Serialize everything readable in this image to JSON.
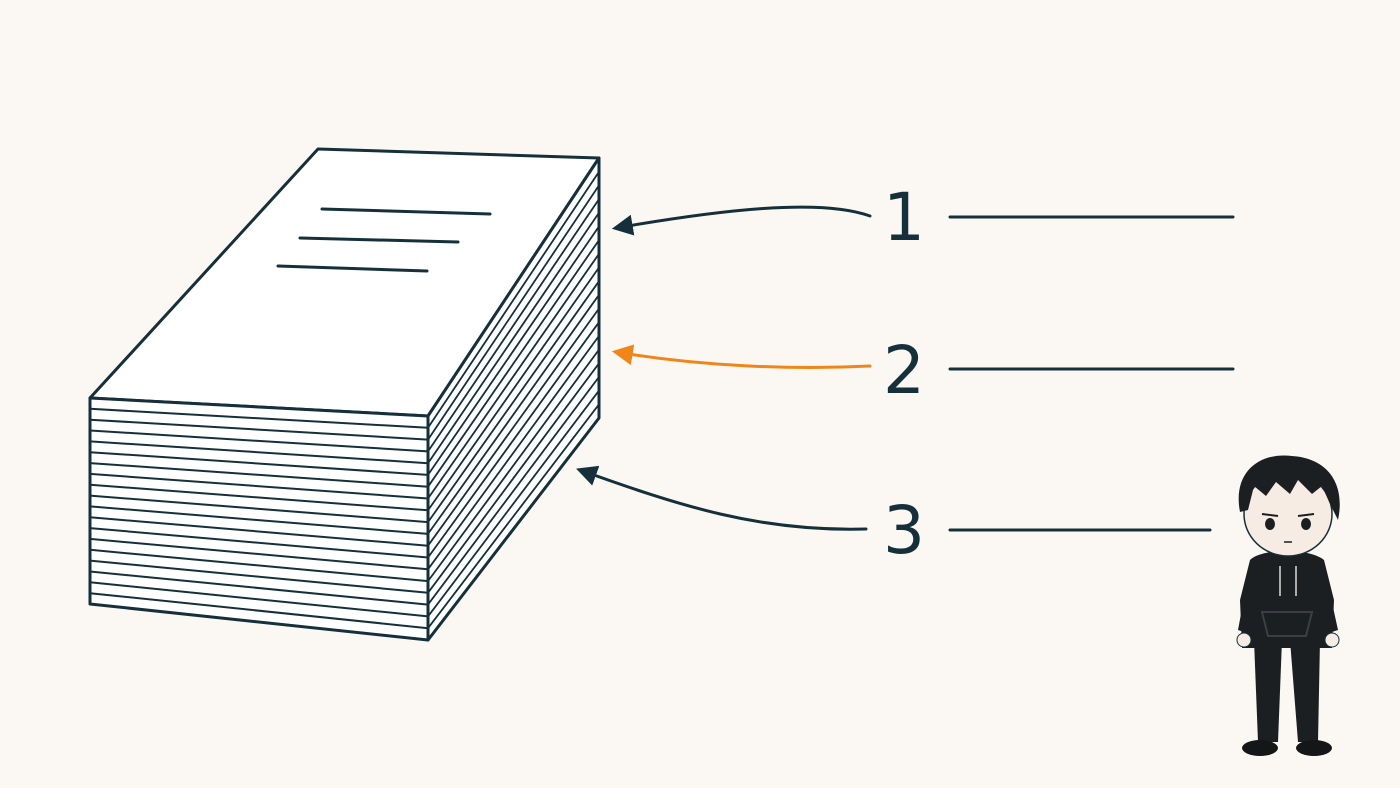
{
  "colors": {
    "background": "#fbf8f3",
    "ink": "#16303b",
    "accent": "#f0861a",
    "hoodie": "#1c1f21",
    "skin": "#f6ece3"
  },
  "stack": {
    "icon": "paper-stack-icon"
  },
  "callouts": [
    {
      "number": "1",
      "highlighted": false
    },
    {
      "number": "2",
      "highlighted": true
    },
    {
      "number": "3",
      "highlighted": false
    }
  ],
  "character": {
    "icon": "person-in-black-hoodie-icon"
  }
}
